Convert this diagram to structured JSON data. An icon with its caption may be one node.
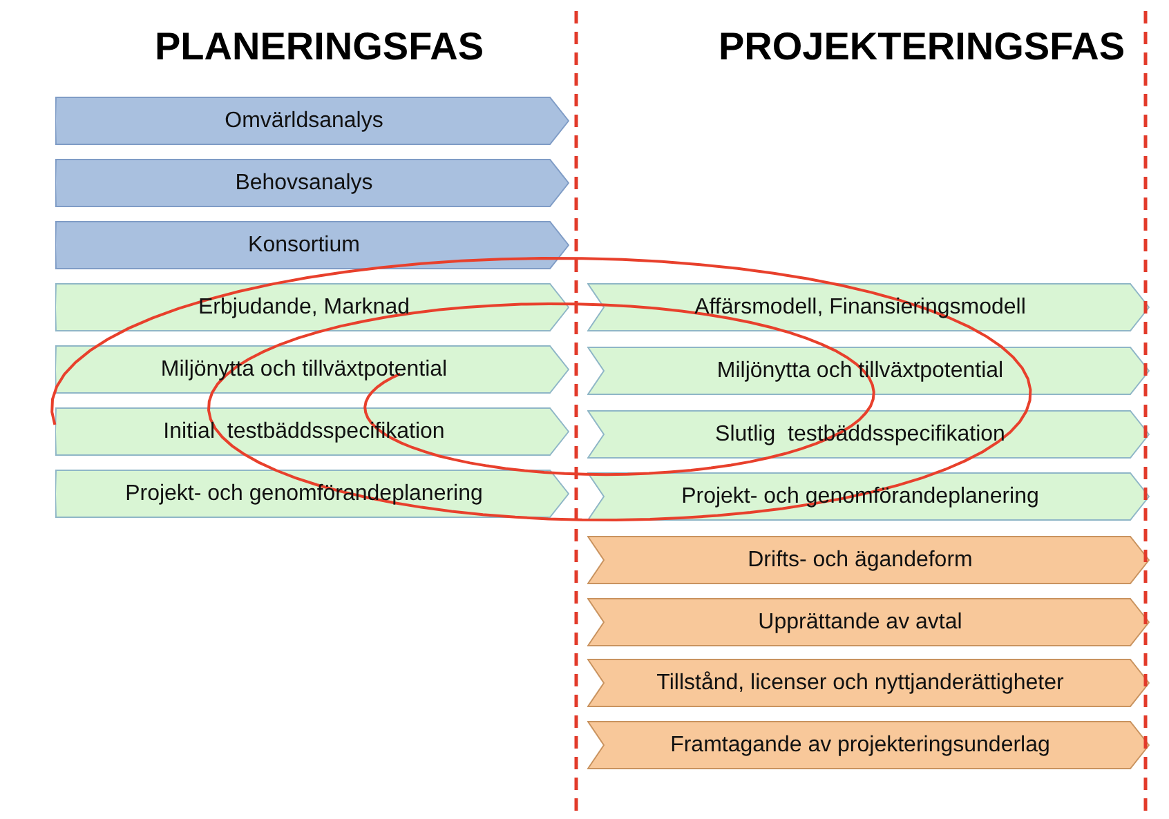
{
  "diagram": {
    "nodes": [
      {
        "text": [
          "Omvärldsanalys"
        ]
      },
      {
        "text": [
          "Behovsanalys"
        ]
      },
      {
        "text": [
          "Konsortium"
        ]
      },
      {
        "text": [
          "Erbjudande, Marknad"
        ]
      },
      {
        "text": [
          "Miljönytta och tillväxtpotential"
        ]
      },
      {
        "text": [
          "Initial  testbäddsspecifikation"
        ]
      },
      {
        "text": [
          "Projekt- och genomförandeplanering"
        ]
      },
      {
        "text": [
          "Affärsmodell, Finansieringsmodell"
        ]
      },
      {
        "text": [
          "Miljönytta och tillväxtpotential"
        ]
      },
      {
        "text": [
          "Slutlig  testbäddsspecifikation"
        ]
      },
      {
        "text": [
          "Projekt- och genomförandeplanering"
        ]
      },
      {
        "text": [
          "Drifts- och ägandeform"
        ]
      },
      {
        "text": [
          "Upprättande av avtal"
        ]
      },
      {
        "text": [
          "Tillstånd, licenser och nyttjanderättigheter"
        ]
      },
      {
        "text": [
          "Framtagande av projekteringsunderlag"
        ]
      }
    ],
    "labels": [
      "PLANERINGSFAS",
      "PROJEKTERINGSFAS"
    ]
  }
}
